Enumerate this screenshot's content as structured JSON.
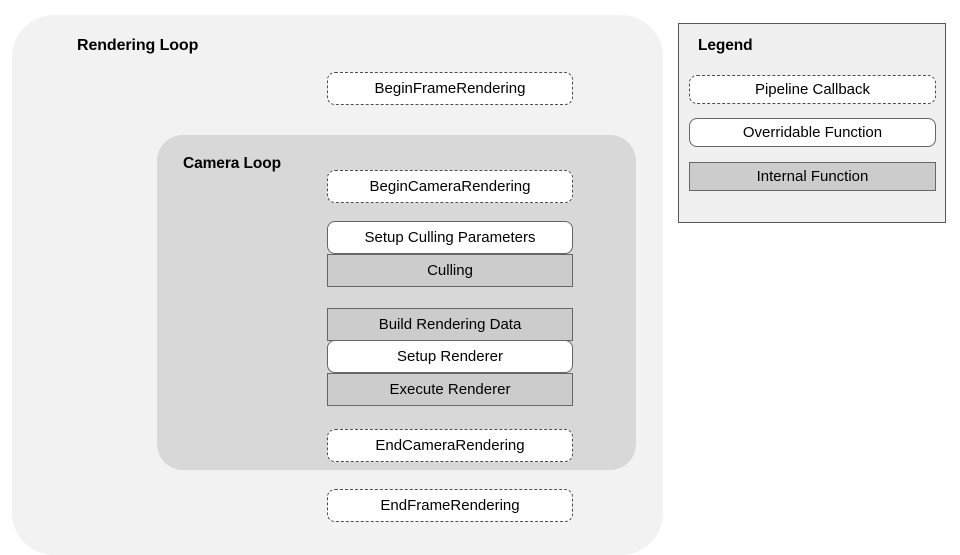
{
  "diagram": {
    "title": "Rendering Loop",
    "outer_container": {
      "label": "Rendering Loop",
      "background_color": "#f2f2f2"
    },
    "inner_container": {
      "label": "Camera Loop",
      "background_color": "#d8d8d8"
    },
    "nodes": [
      {
        "id": "begin-frame-rendering",
        "label": "BeginFrameRendering",
        "kind": "callback",
        "scope": "rendering-loop"
      },
      {
        "id": "begin-camera-rendering",
        "label": "BeginCameraRendering",
        "kind": "callback",
        "scope": "camera-loop"
      },
      {
        "id": "setup-culling-parameters",
        "label": "Setup Culling Parameters",
        "kind": "overridable",
        "scope": "camera-loop"
      },
      {
        "id": "culling",
        "label": "Culling",
        "kind": "internal",
        "scope": "camera-loop"
      },
      {
        "id": "build-rendering-data",
        "label": "Build Rendering Data",
        "kind": "internal",
        "scope": "camera-loop"
      },
      {
        "id": "setup-renderer",
        "label": "Setup Renderer",
        "kind": "overridable",
        "scope": "camera-loop"
      },
      {
        "id": "execute-renderer",
        "label": "Execute Renderer",
        "kind": "internal",
        "scope": "camera-loop"
      },
      {
        "id": "end-camera-rendering",
        "label": "EndCameraRendering",
        "kind": "callback",
        "scope": "camera-loop"
      },
      {
        "id": "end-frame-rendering",
        "label": "EndFrameRendering",
        "kind": "callback",
        "scope": "rendering-loop"
      }
    ]
  },
  "legend": {
    "title": "Legend",
    "background_color": "#f0f0f0",
    "items": [
      {
        "label": "Pipeline Callback",
        "kind": "callback",
        "fill": "#ffffff",
        "border_style": "dashed"
      },
      {
        "label": "Overridable Function",
        "kind": "overridable",
        "fill": "#ffffff",
        "border_style": "solid-rounded"
      },
      {
        "label": "Internal Function",
        "kind": "internal",
        "fill": "#cccccc",
        "border_style": "solid-square"
      }
    ]
  },
  "colors": {
    "outer_loop_bg": "#f2f2f2",
    "camera_loop_bg": "#d8d8d8",
    "internal_fill": "#cccccc",
    "node_border": "#666666",
    "dashed_border": "#4d4d4d",
    "legend_bg": "#f0f0f0",
    "legend_border": "#595959",
    "text": "#000000",
    "page_bg": "#ffffff"
  }
}
